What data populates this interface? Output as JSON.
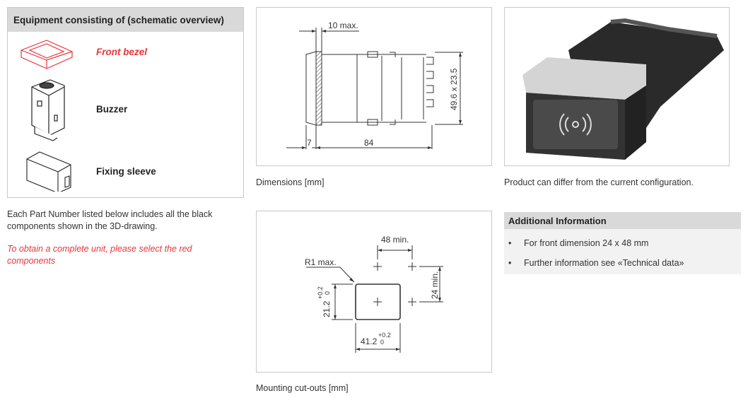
{
  "equipment": {
    "title": "Equipment consisting of (schematic overview)",
    "items": [
      {
        "label": "Front bezel",
        "highlight": true
      },
      {
        "label": "Buzzer",
        "highlight": false
      },
      {
        "label": "Fixing sleeve",
        "highlight": false
      }
    ]
  },
  "note": {
    "text": "Each Part Number listed below includes all the black components shown in the 3D-drawing.",
    "red_text": "To obtain a complete unit, please select the red components"
  },
  "dimensions": {
    "caption": "Dimensions [mm]",
    "labels": {
      "max": "10 max.",
      "front": "7",
      "length": "84",
      "size": "49.6 x 23.5"
    }
  },
  "cutouts": {
    "caption": "Mounting cut-outs [mm]",
    "labels": {
      "radius": "R1 max.",
      "h_spacing": "48 min.",
      "v_spacing": "24 min.",
      "height": "21.2",
      "width": "41.2",
      "tol_plus": "+0.2",
      "tol_zero": "0"
    }
  },
  "product": {
    "caption": "Product can differ from the current configuration."
  },
  "additional": {
    "title": "Additional Information",
    "bullets": [
      "For front dimension 24 x 48 mm",
      "Further information see «Technical data»"
    ]
  },
  "colors": {
    "accent": "#e8363a",
    "header_bg": "#d9d9d9"
  }
}
